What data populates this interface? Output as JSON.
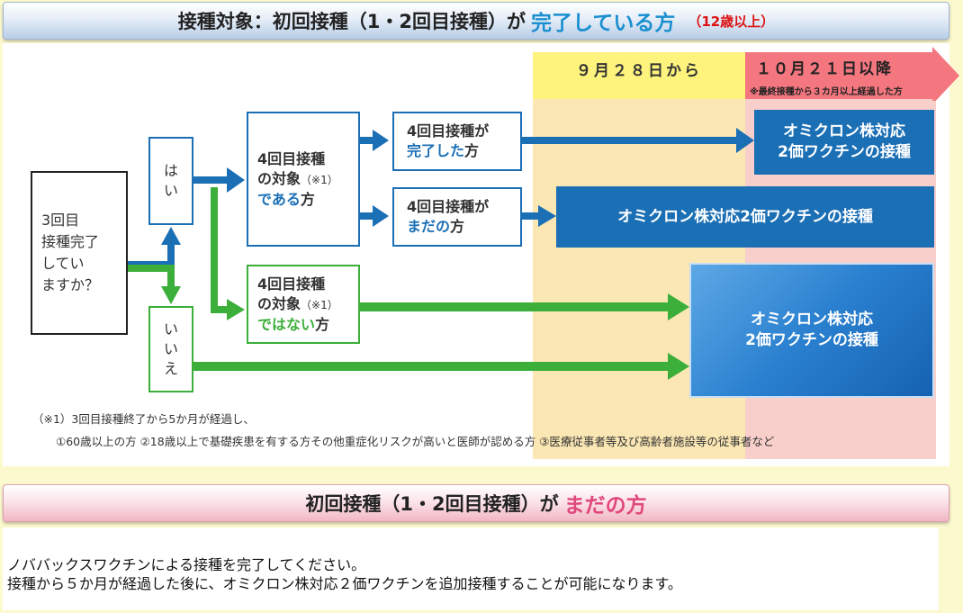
{
  "top_header": {
    "prefix": "接種対象：初回接種（1・2回目接種）が",
    "highlight": "完了している方",
    "note": "（12歳以上）"
  },
  "timeline": {
    "from_sep28": "９月２８日から",
    "from_oct21": "１０月２１日以降",
    "oct21_note": "※最終接種から３カ月以上経過した方"
  },
  "question_box": [
    "3回目",
    "接種完了",
    "してい",
    "ますか？"
  ],
  "yes_label": [
    "は",
    "い"
  ],
  "no_label": [
    "い",
    "い",
    "え"
  ],
  "target_box": {
    "line1": "4回目接種",
    "line2": "の対象",
    "ref": "（※1）",
    "line3_highlight": "である",
    "line3_suffix": "方"
  },
  "done4_box": {
    "line1": "4回目接種が",
    "line2_highlight": "完了した",
    "line2_suffix": "方"
  },
  "notyet4_box": {
    "line1": "4回目接種が",
    "line2_highlight": "まだの",
    "line2_suffix": "方"
  },
  "not_target_box": {
    "line1": "4回目接種",
    "line2": "の対象",
    "ref": "（※1）",
    "line3_highlight": "ではない",
    "line3_suffix": "方"
  },
  "result_boxes": {
    "omicron_oct21": [
      "オミクロン株対応",
      "2価ワクチンの接種"
    ],
    "omicron_sep28": "オミクロン株対応2価ワクチンの接種",
    "omicron_green": [
      "オミクロン株対応",
      "2価ワクチンの接種"
    ]
  },
  "footnote": {
    "line1": "（※1）3回目接種終了から5か月が経過し、",
    "line2": "①60歳以上の方 ②18歳以上で基礎疾患を有する方その他重症化リスクが高いと医師が認める方 ③医療従事者等及び高齢者施設等の従事者など"
  },
  "bottom_header": {
    "prefix": "初回接種（1・2回目接種）が",
    "highlight": "まだの方"
  },
  "bottom_text": {
    "line1": "ノババックスワクチンによる接種を完了してください。",
    "line2": "接種から５か月が経過した後に、オミクロン株対応２価ワクチンを追加接種することが可能になります。"
  },
  "colors": {
    "blue": "#1b6fb5",
    "green": "#3cae3a",
    "highlight_blue": "#1a8fd0",
    "highlight_pink": "#e0487c",
    "column_yellow": "#fbe7b4",
    "column_pink": "#f8cfcb"
  }
}
